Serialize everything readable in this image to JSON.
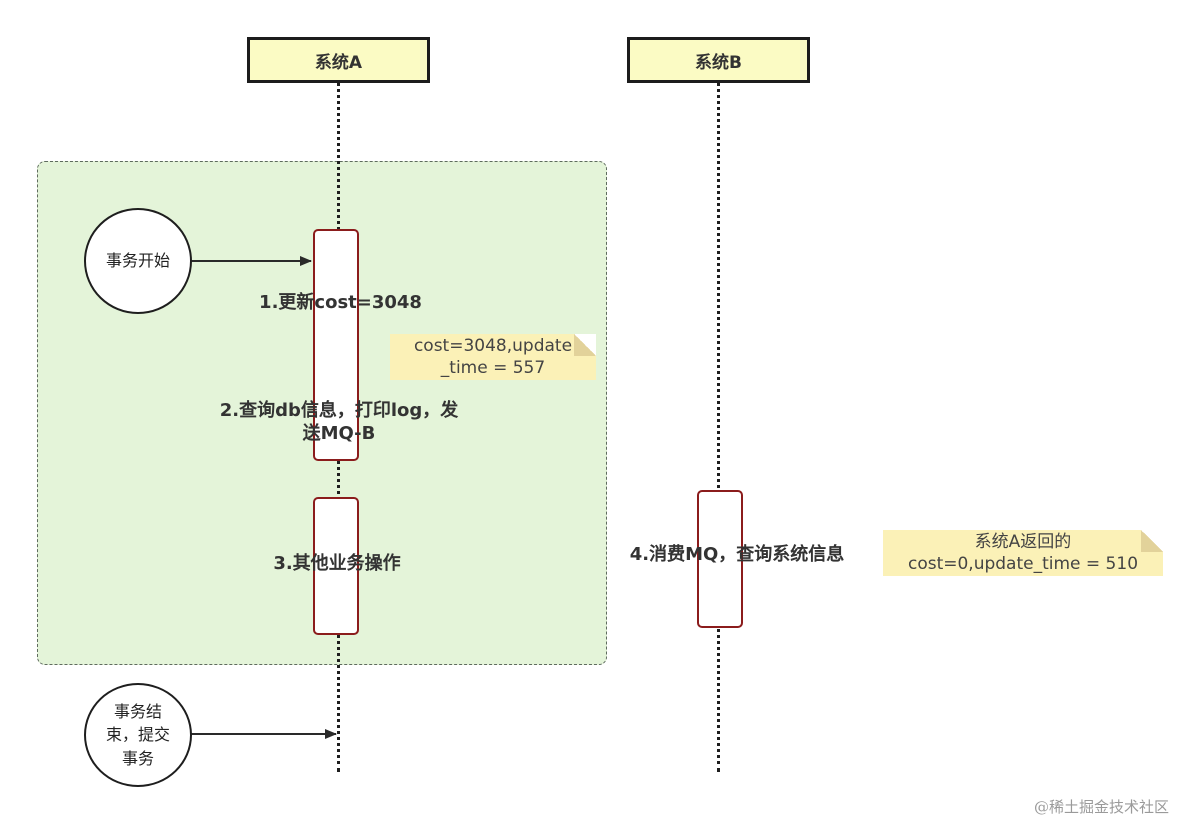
{
  "participants": {
    "system_a": "系统A",
    "system_b": "系统B"
  },
  "events": {
    "txn_start": "事务开始",
    "txn_end_lines": [
      "事务结",
      "束，提交",
      "事务"
    ]
  },
  "steps": {
    "step1": "1.更新cost=3048",
    "step2_line1": "2.查询db信息，打印log，发",
    "step2_line2": "送MQ-B",
    "step3": "3.其他业务操作",
    "step4": "4.消费MQ，查询系统信息"
  },
  "notes": {
    "note_a_line1": "cost=3048,update",
    "note_a_line2": "_time = 557",
    "note_b_line1": "系统A返回的",
    "note_b_line2": "cost=0,update_time = 510"
  },
  "watermark": "@稀土掘金技术社区",
  "colors": {
    "participant_fill": "#fbfbc4",
    "transaction_fill": "#e4f4d9",
    "activation_border": "#8b1c1c",
    "note_fill": "#fbf1b7"
  }
}
